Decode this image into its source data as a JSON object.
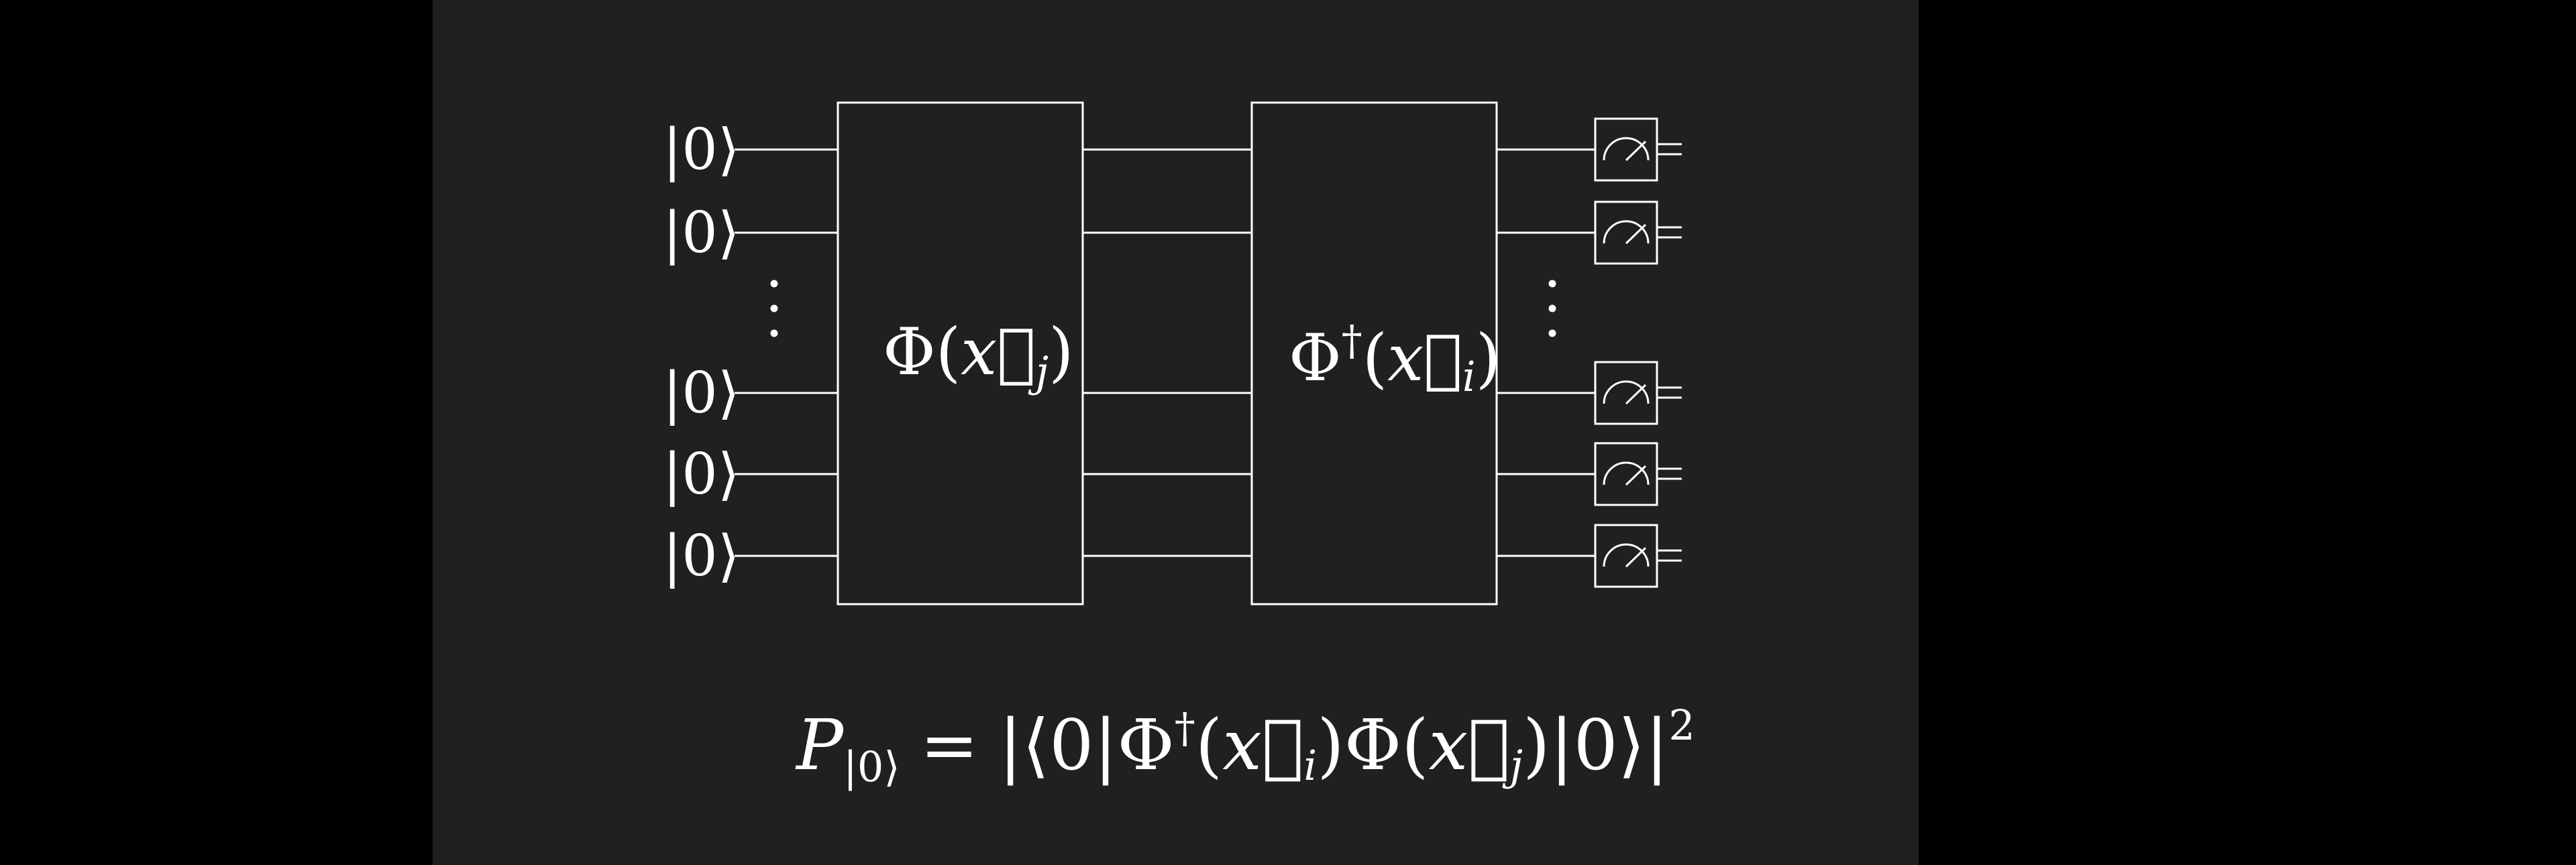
{
  "colors": {
    "background": "#000000",
    "panel": "#202020",
    "foreground": "#ffffff"
  },
  "circuit": {
    "qubits": [
      {
        "label": "|0⟩"
      },
      {
        "label": "|0⟩"
      },
      {
        "label": "|0⟩"
      },
      {
        "label": "|0⟩"
      },
      {
        "label": "|0⟩"
      }
    ],
    "ellipsis_after_qubit_index": 1,
    "gates": [
      {
        "name": "encoding-gate",
        "symbol": "Φ",
        "dagger": "",
        "open": "(",
        "vector": "x⃗",
        "index": "j",
        "close": ")"
      },
      {
        "name": "inverse-encoding-gate",
        "symbol": "Φ",
        "dagger": "†",
        "open": "(",
        "vector": "x⃗",
        "index": "i",
        "close": ")"
      }
    ],
    "measurement": {
      "icon": "meter-icon",
      "count": 5
    }
  },
  "formula": {
    "lhs": "P",
    "lhs_subscript": "|0⟩",
    "equals": "=",
    "abs_open": "|",
    "bra": "⟨0|",
    "phi_dagger": "Φ",
    "dagger": "†",
    "arg_i_open": "(",
    "arg_i_vector": "x⃗",
    "arg_i_index": "i",
    "arg_i_close": ")",
    "phi": "Φ",
    "arg_j_open": "(",
    "arg_j_vector": "x⃗",
    "arg_j_index": "j",
    "arg_j_close": ")",
    "ket": "|0⟩",
    "abs_close": "|",
    "power": "2"
  }
}
